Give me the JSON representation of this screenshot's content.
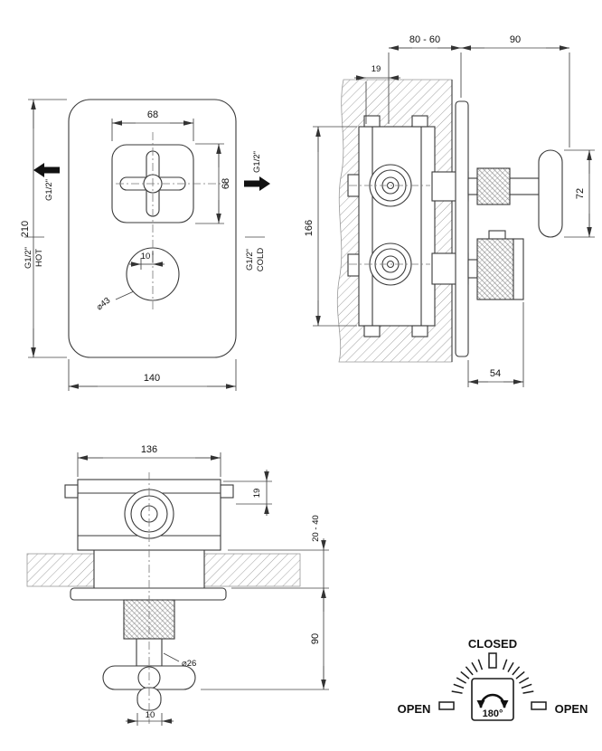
{
  "front": {
    "dim_cross_width": "68",
    "dim_cross_height": "68",
    "dim_plate_height": "210",
    "dim_plate_width": "140",
    "dim_knob_offset": "10",
    "dim_knob_diameter": "⌀43",
    "pipe_left": "G1/2\"",
    "pipe_right": "G1/2\"",
    "hot_pipe": "G1/2\"",
    "hot_label": "HOT",
    "cold_pipe": "G1/2\"",
    "cold_label": "COLD"
  },
  "side": {
    "dim_depth_range": "80 - 60",
    "dim_handle_depth": "90",
    "dim_inlet_offset": "19",
    "dim_body_height": "166",
    "dim_handle_height": "72",
    "dim_knob_depth": "54"
  },
  "top": {
    "dim_body_width": "136",
    "dim_offset": "19",
    "dim_plaster_range": "20 - 40",
    "dim_handle_depth": "90",
    "dim_stem_diameter": "⌀26",
    "dim_handle_offset": "10"
  },
  "dial": {
    "closed_label": "CLOSED",
    "open_left_label": "OPEN",
    "open_right_label": "OPEN",
    "rotation_angle": "180°"
  }
}
